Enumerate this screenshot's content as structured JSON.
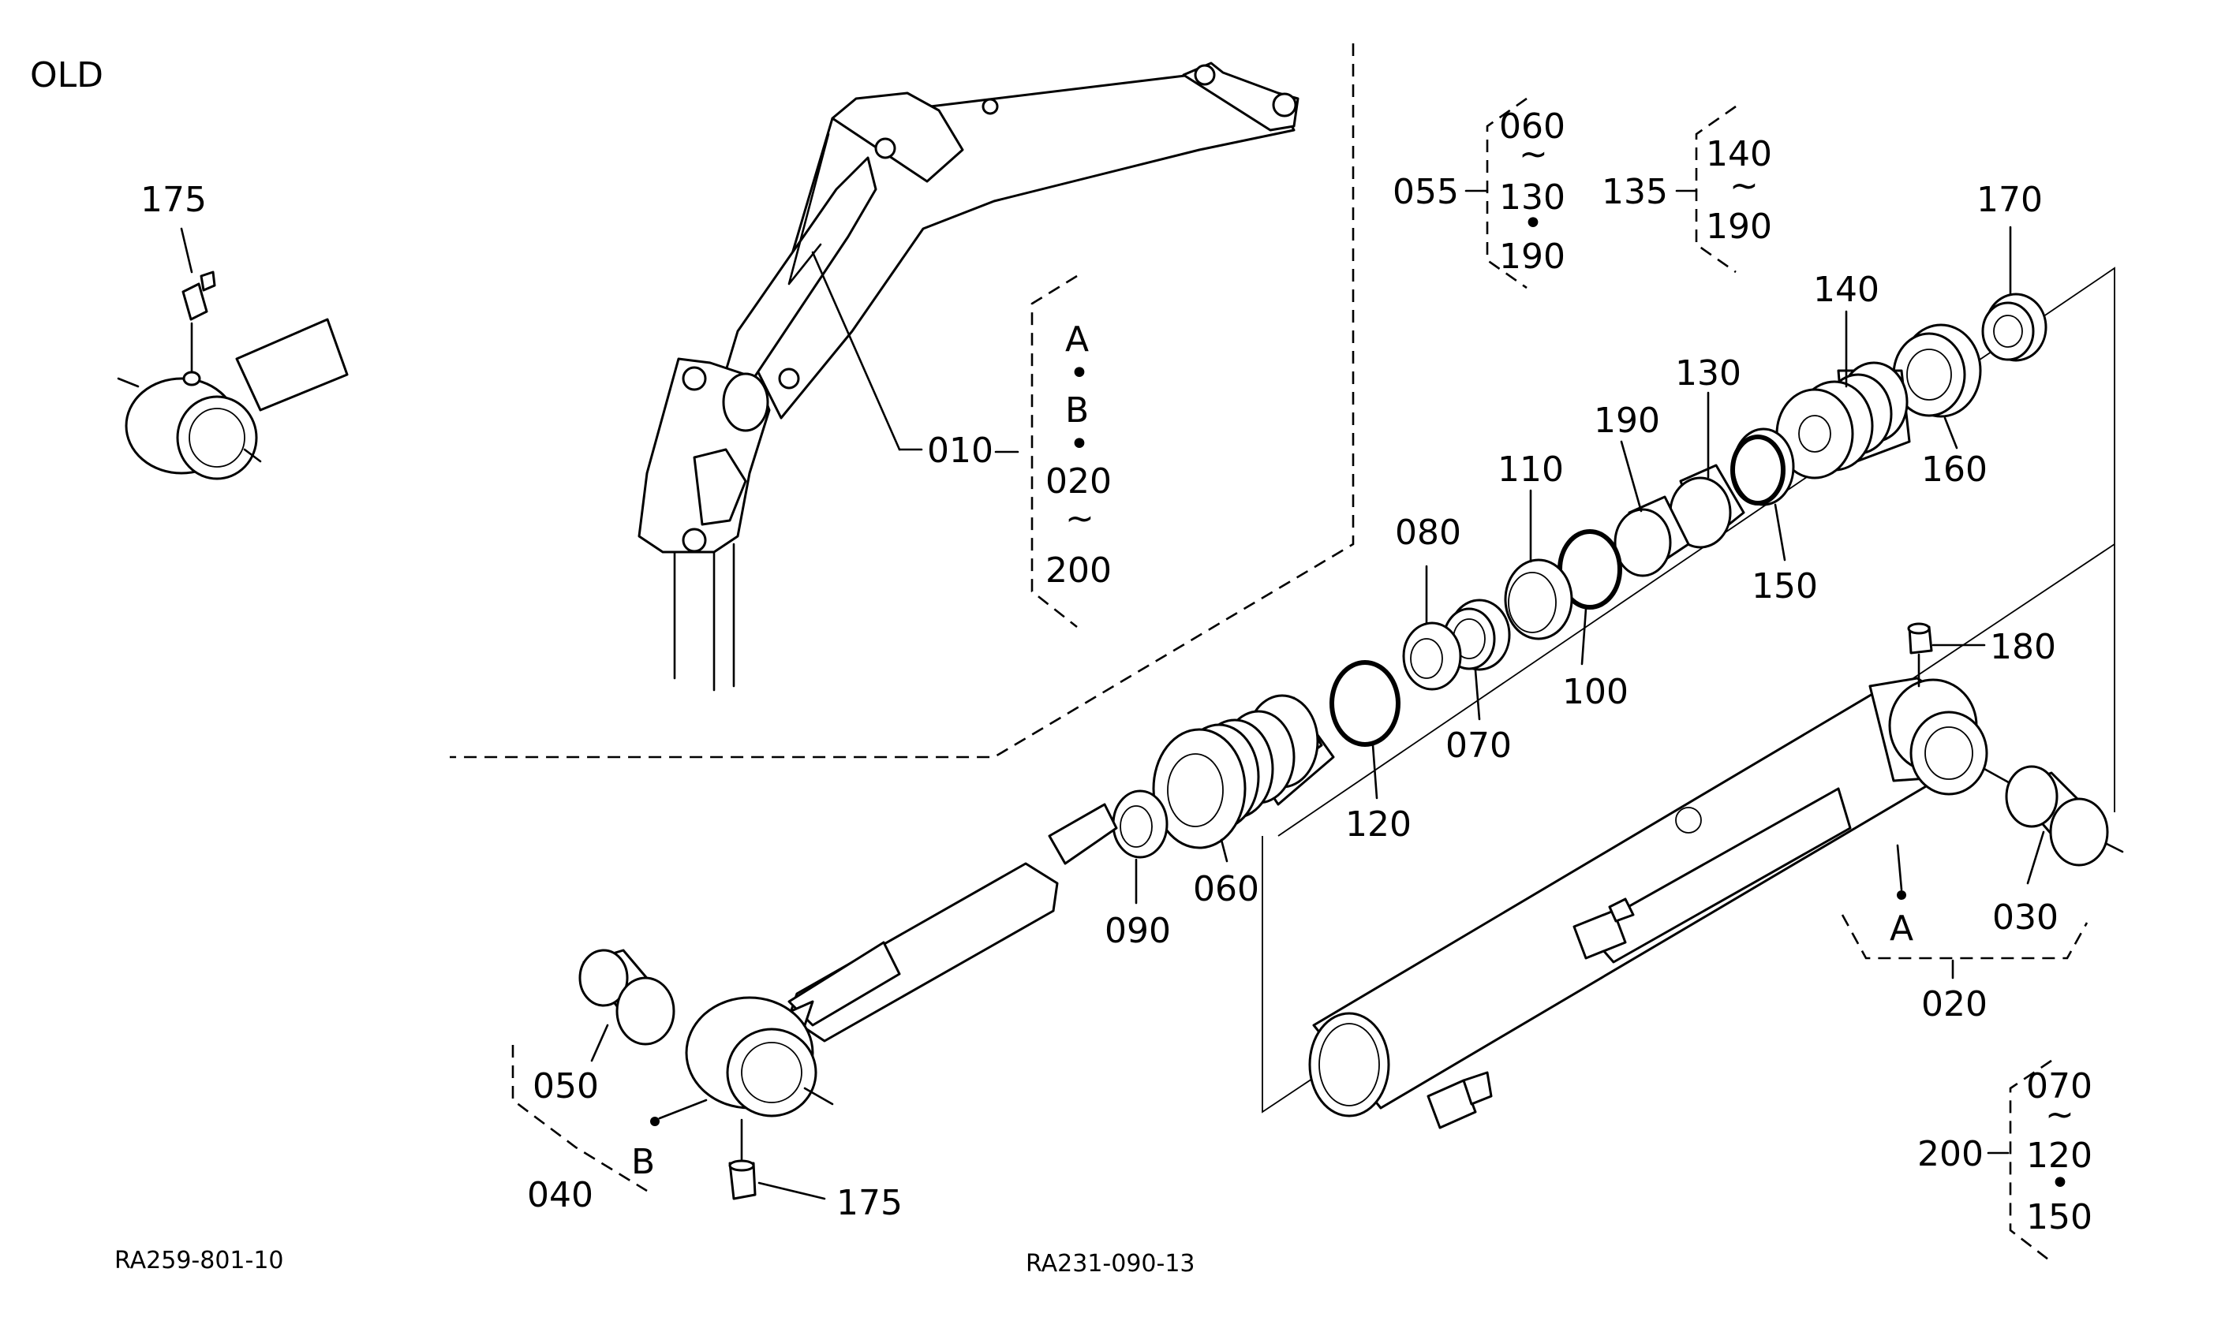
{
  "title": "OLD",
  "image_refs": {
    "left": "RA259-801-10",
    "center": "RA231-090-13"
  },
  "callouts": {
    "c175a": "175",
    "c175b": "175",
    "c010": "010",
    "c020": "020",
    "c030": "030",
    "c040": "040",
    "c050": "050",
    "c055": "055",
    "c060": "060",
    "c070": "070",
    "c080": "080",
    "c090": "090",
    "c100": "100",
    "c110": "110",
    "c120": "120",
    "c130": "130",
    "c135": "135",
    "c140": "140",
    "c150": "150",
    "c160": "160",
    "c170": "170",
    "c180": "180",
    "c190": "190",
    "c200": "200",
    "markA": "A",
    "markB": "B"
  },
  "groups": {
    "g010": [
      "A",
      "•",
      "B",
      "•",
      "020",
      "~",
      "200"
    ],
    "g055": [
      "060",
      "~",
      "130",
      "•",
      "190"
    ],
    "g135": [
      "140",
      "~",
      "190"
    ],
    "g200": [
      "070",
      "~",
      "120",
      "•",
      "150"
    ]
  }
}
